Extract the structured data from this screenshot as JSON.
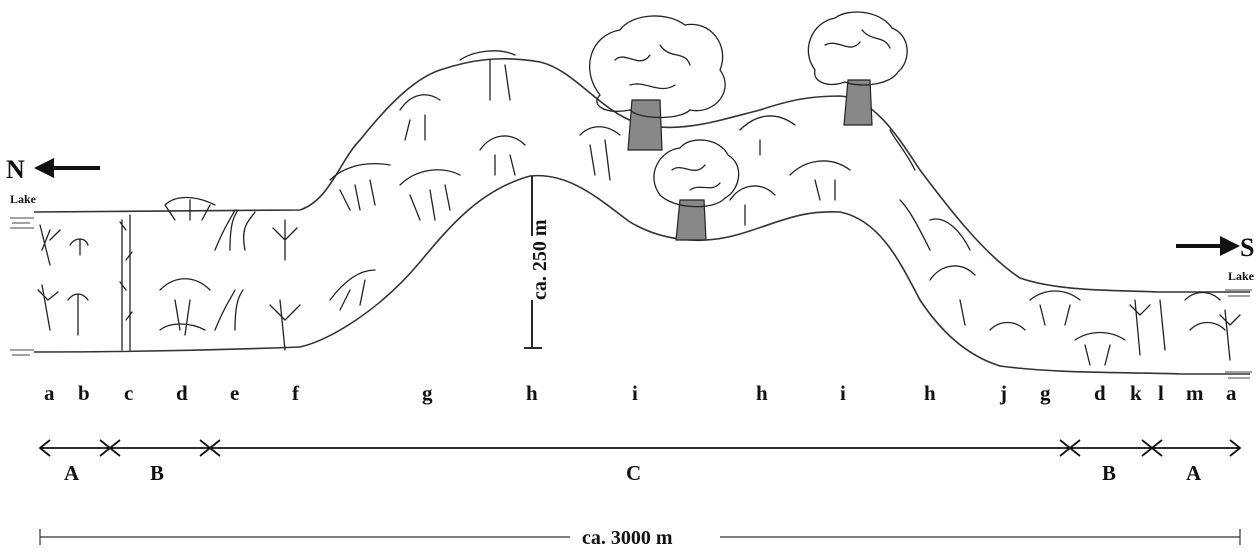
{
  "figure": {
    "north_label": "N",
    "south_label": "S",
    "lake_left": "Lake",
    "lake_right": "Lake",
    "height_label": "ca. 250 m",
    "width_label": "ca. 3000 m"
  },
  "vegetation_units": [
    "a",
    "b",
    "c",
    "d",
    "e",
    "f",
    "g",
    "h",
    "i",
    "h",
    "i",
    "h",
    "j",
    "g",
    "d",
    "k",
    "l",
    "m",
    "a"
  ],
  "zones": [
    "A",
    "B",
    "C",
    "B",
    "A"
  ],
  "colors": {
    "ink": "#111111",
    "trunk": "#444444"
  }
}
